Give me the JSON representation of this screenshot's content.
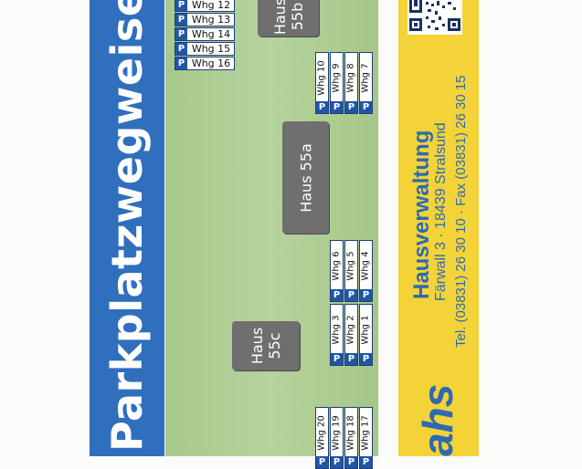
{
  "title": "Parkplatzwegweiser",
  "company": {
    "name": "Hausverwaltung",
    "address": "Färwall 3 · 18439 Stralsund",
    "phone": "Tel. (03831) 26 30 10 · Fax (03831) 26 30 15",
    "logo_fragment": "ahs"
  },
  "houses": {
    "h55b": "Haus\n55b",
    "h55a": "Haus 55a",
    "h55c": "Haus\n55c"
  },
  "parking_prefix": "P",
  "parking": {
    "w12": "Whg 12",
    "w13": "Whg 13",
    "w14": "Whg 14",
    "w15": "Whg 15",
    "w16": "Whg 16",
    "w10": "Whg 10",
    "w9": "Whg 9",
    "w8": "Whg 8",
    "w7": "Whg 7",
    "w6": "Whg 6",
    "w5": "Whg 5",
    "w4": "Whg 4",
    "w3": "Whg 3",
    "w2": "Whg 2",
    "w1": "Whg 1",
    "w20": "Whg 20",
    "w19": "Whg 19",
    "w18": "Whg 18",
    "w17": "Whg 17"
  },
  "colors": {
    "blue_band": "#2f6fbd",
    "green_area": "#b2cf97",
    "yellow_band": "#f3d337",
    "house": "#6f6f6f",
    "sign_p": "#2056a8"
  },
  "icons": [
    "qr-code-icon"
  ]
}
